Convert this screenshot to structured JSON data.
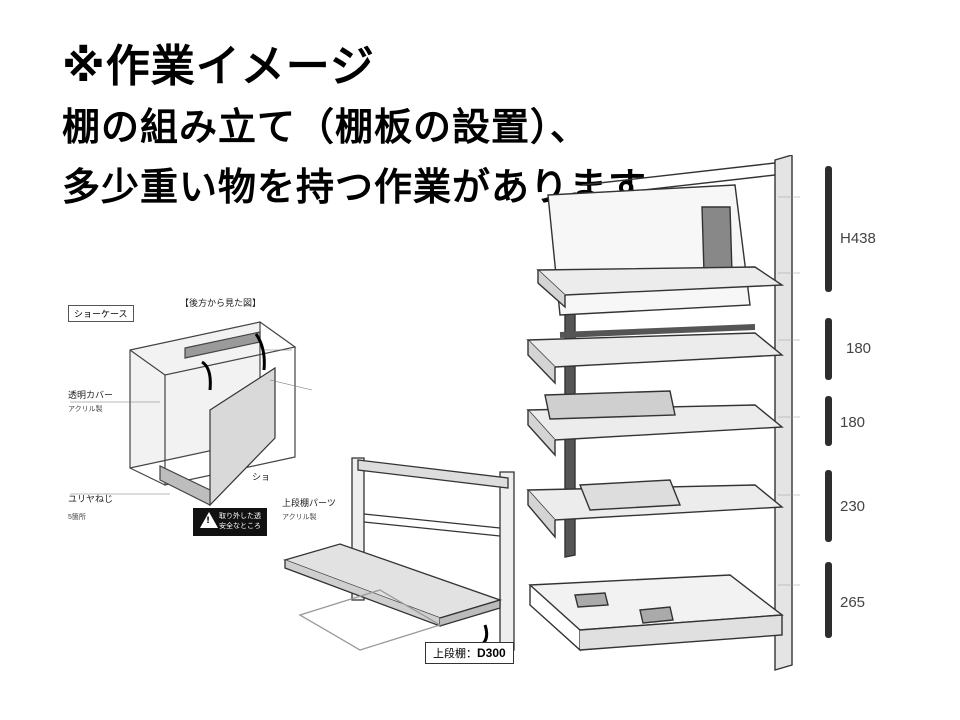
{
  "heading": {
    "line1": "※作業イメージ",
    "line2": "棚の組み立て（棚板の設置）、",
    "line3": "多少重い物を持つ作業があります"
  },
  "showcase_figure": {
    "view_note": "【後方から見た図】",
    "box_label": "ショーケース",
    "cover_label": "透明カバー",
    "cover_material": "アクリル製",
    "screw_label": "ユリヤねじ",
    "screw_count": "5箇所",
    "side_text": "ショ",
    "warning_line1": "取り外した透",
    "warning_line2": "安全なところ"
  },
  "upper_shelf_figure": {
    "parts_label": "上段棚パーツ",
    "parts_material": "アクリル製",
    "depth_prefix": "上段棚：",
    "depth_value": "D300"
  },
  "rack_figure": {
    "dimensions": [
      "H438",
      "180",
      "180",
      "230",
      "265"
    ]
  }
}
